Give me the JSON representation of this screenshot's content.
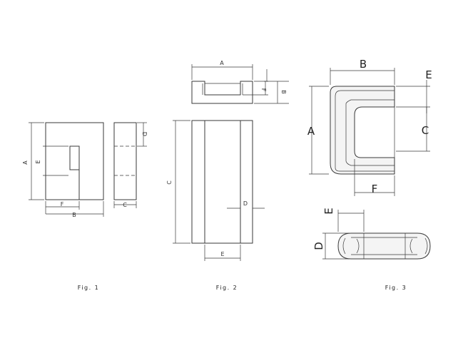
{
  "figures": [
    {
      "caption": "Fig. 1",
      "labels": {
        "A": "A",
        "B": "B",
        "C": "C",
        "D": "D",
        "E": "E",
        "F": "F"
      }
    },
    {
      "caption": "Fig. 2",
      "labels": {
        "A": "A",
        "B": "B",
        "C": "C",
        "D": "D",
        "E": "E",
        "F": "F"
      }
    },
    {
      "caption": "Fig. 3",
      "labels": {
        "A": "A",
        "B": "B",
        "C": "C",
        "D": "D",
        "E": "E",
        "F": "F"
      }
    }
  ]
}
